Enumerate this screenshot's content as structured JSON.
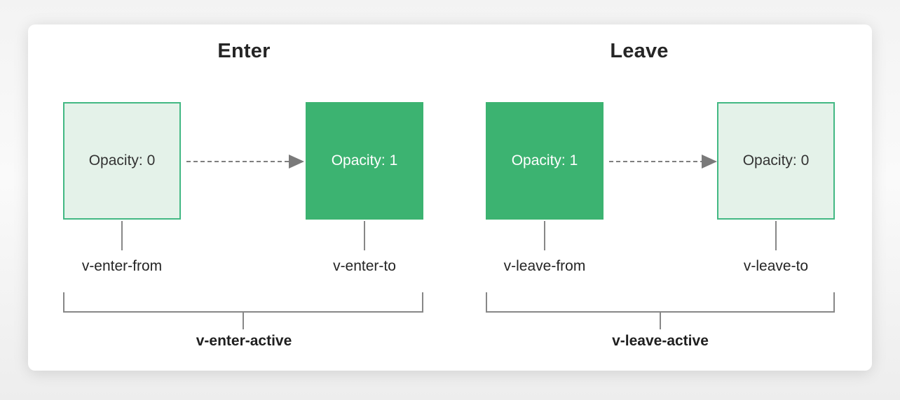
{
  "colors": {
    "green_dark": "#3cb371",
    "green_light_bg": "#e4f2e9",
    "green_border": "#42b883",
    "line_gray": "#878787",
    "text_dark": "#252525",
    "text_on_dark": "#ffffff"
  },
  "panels": [
    {
      "title": "Enter",
      "from": {
        "box_text": "Opacity: 0",
        "class_name": "v-enter-from"
      },
      "to": {
        "box_text": "Opacity: 1",
        "class_name": "v-enter-to"
      },
      "active_class": "v-enter-active"
    },
    {
      "title": "Leave",
      "from": {
        "box_text": "Opacity: 1",
        "class_name": "v-leave-from"
      },
      "to": {
        "box_text": "Opacity: 0",
        "class_name": "v-leave-to"
      },
      "active_class": "v-leave-active"
    }
  ]
}
